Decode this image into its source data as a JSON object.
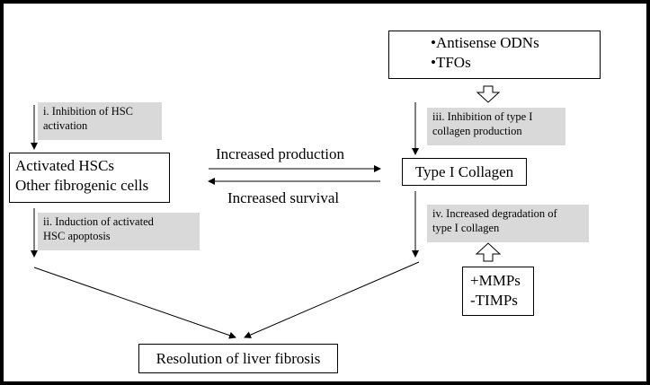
{
  "nodes": {
    "interventions": {
      "lines": [
        "•Antisense ODNs",
        "•TFOs"
      ]
    },
    "activated_cells": {
      "lines": [
        "Activated HSCs",
        "Other fibrogenic cells"
      ]
    },
    "collagen": {
      "label": "Type I Collagen"
    },
    "modulators": {
      "lines": [
        "+MMPs",
        "-TIMPs"
      ]
    },
    "resolution": {
      "label": "Resolution of liver fibrosis"
    }
  },
  "strategies": {
    "i": {
      "lines": [
        "i. Inhibition of HSC",
        "activation"
      ]
    },
    "ii": {
      "lines": [
        "ii. Induction of activated",
        "HSC apoptosis"
      ]
    },
    "iii": {
      "lines": [
        "iii. Inhibition of type I",
        "collagen production"
      ]
    },
    "iv": {
      "lines": [
        "iv. Increased degradation of",
        "type I collagen"
      ]
    }
  },
  "edges": {
    "production": "Increased production",
    "survival": "Increased survival"
  },
  "colors": {
    "note_fill": "#d9d9d9",
    "border": "#000000",
    "background": "#ffffff"
  }
}
